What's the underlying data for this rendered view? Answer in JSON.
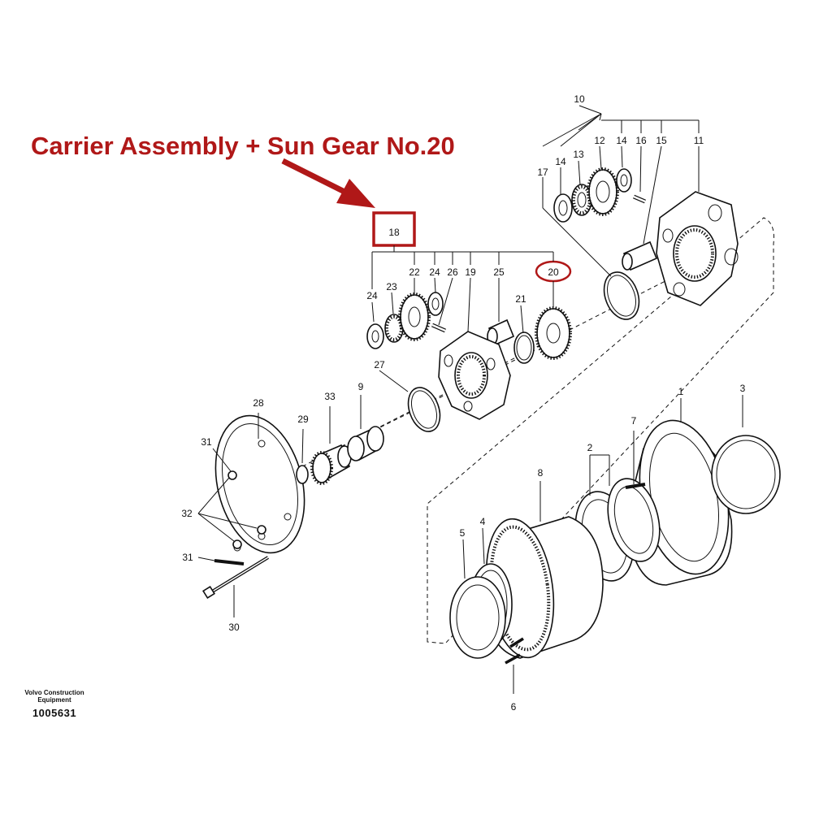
{
  "banner": {
    "title": "Carrier Assembly + Sun Gear No.20",
    "accent_color": "#b01818"
  },
  "callouts": {
    "c1": "1",
    "c2": "2",
    "c3": "3",
    "c4": "4",
    "c5": "5",
    "c6": "6",
    "c7": "7",
    "c8": "8",
    "c9": "9",
    "c10": "10",
    "c11": "11",
    "c12": "12",
    "c13": "13",
    "c14a": "14",
    "c14b": "14",
    "c15": "15",
    "c16": "16",
    "c17": "17",
    "c18": "18",
    "c19": "19",
    "c20": "20",
    "c21": "21",
    "c22": "22",
    "c23": "23",
    "c24a": "24",
    "c24b": "24",
    "c25": "25",
    "c26": "26",
    "c27": "27",
    "c28": "28",
    "c29": "29",
    "c30": "30",
    "c31a": "31",
    "c31b": "31",
    "c32": "32",
    "c33": "33"
  },
  "footer": {
    "brand": "Volvo Construction Equipment",
    "drawing_number": "1005631"
  }
}
